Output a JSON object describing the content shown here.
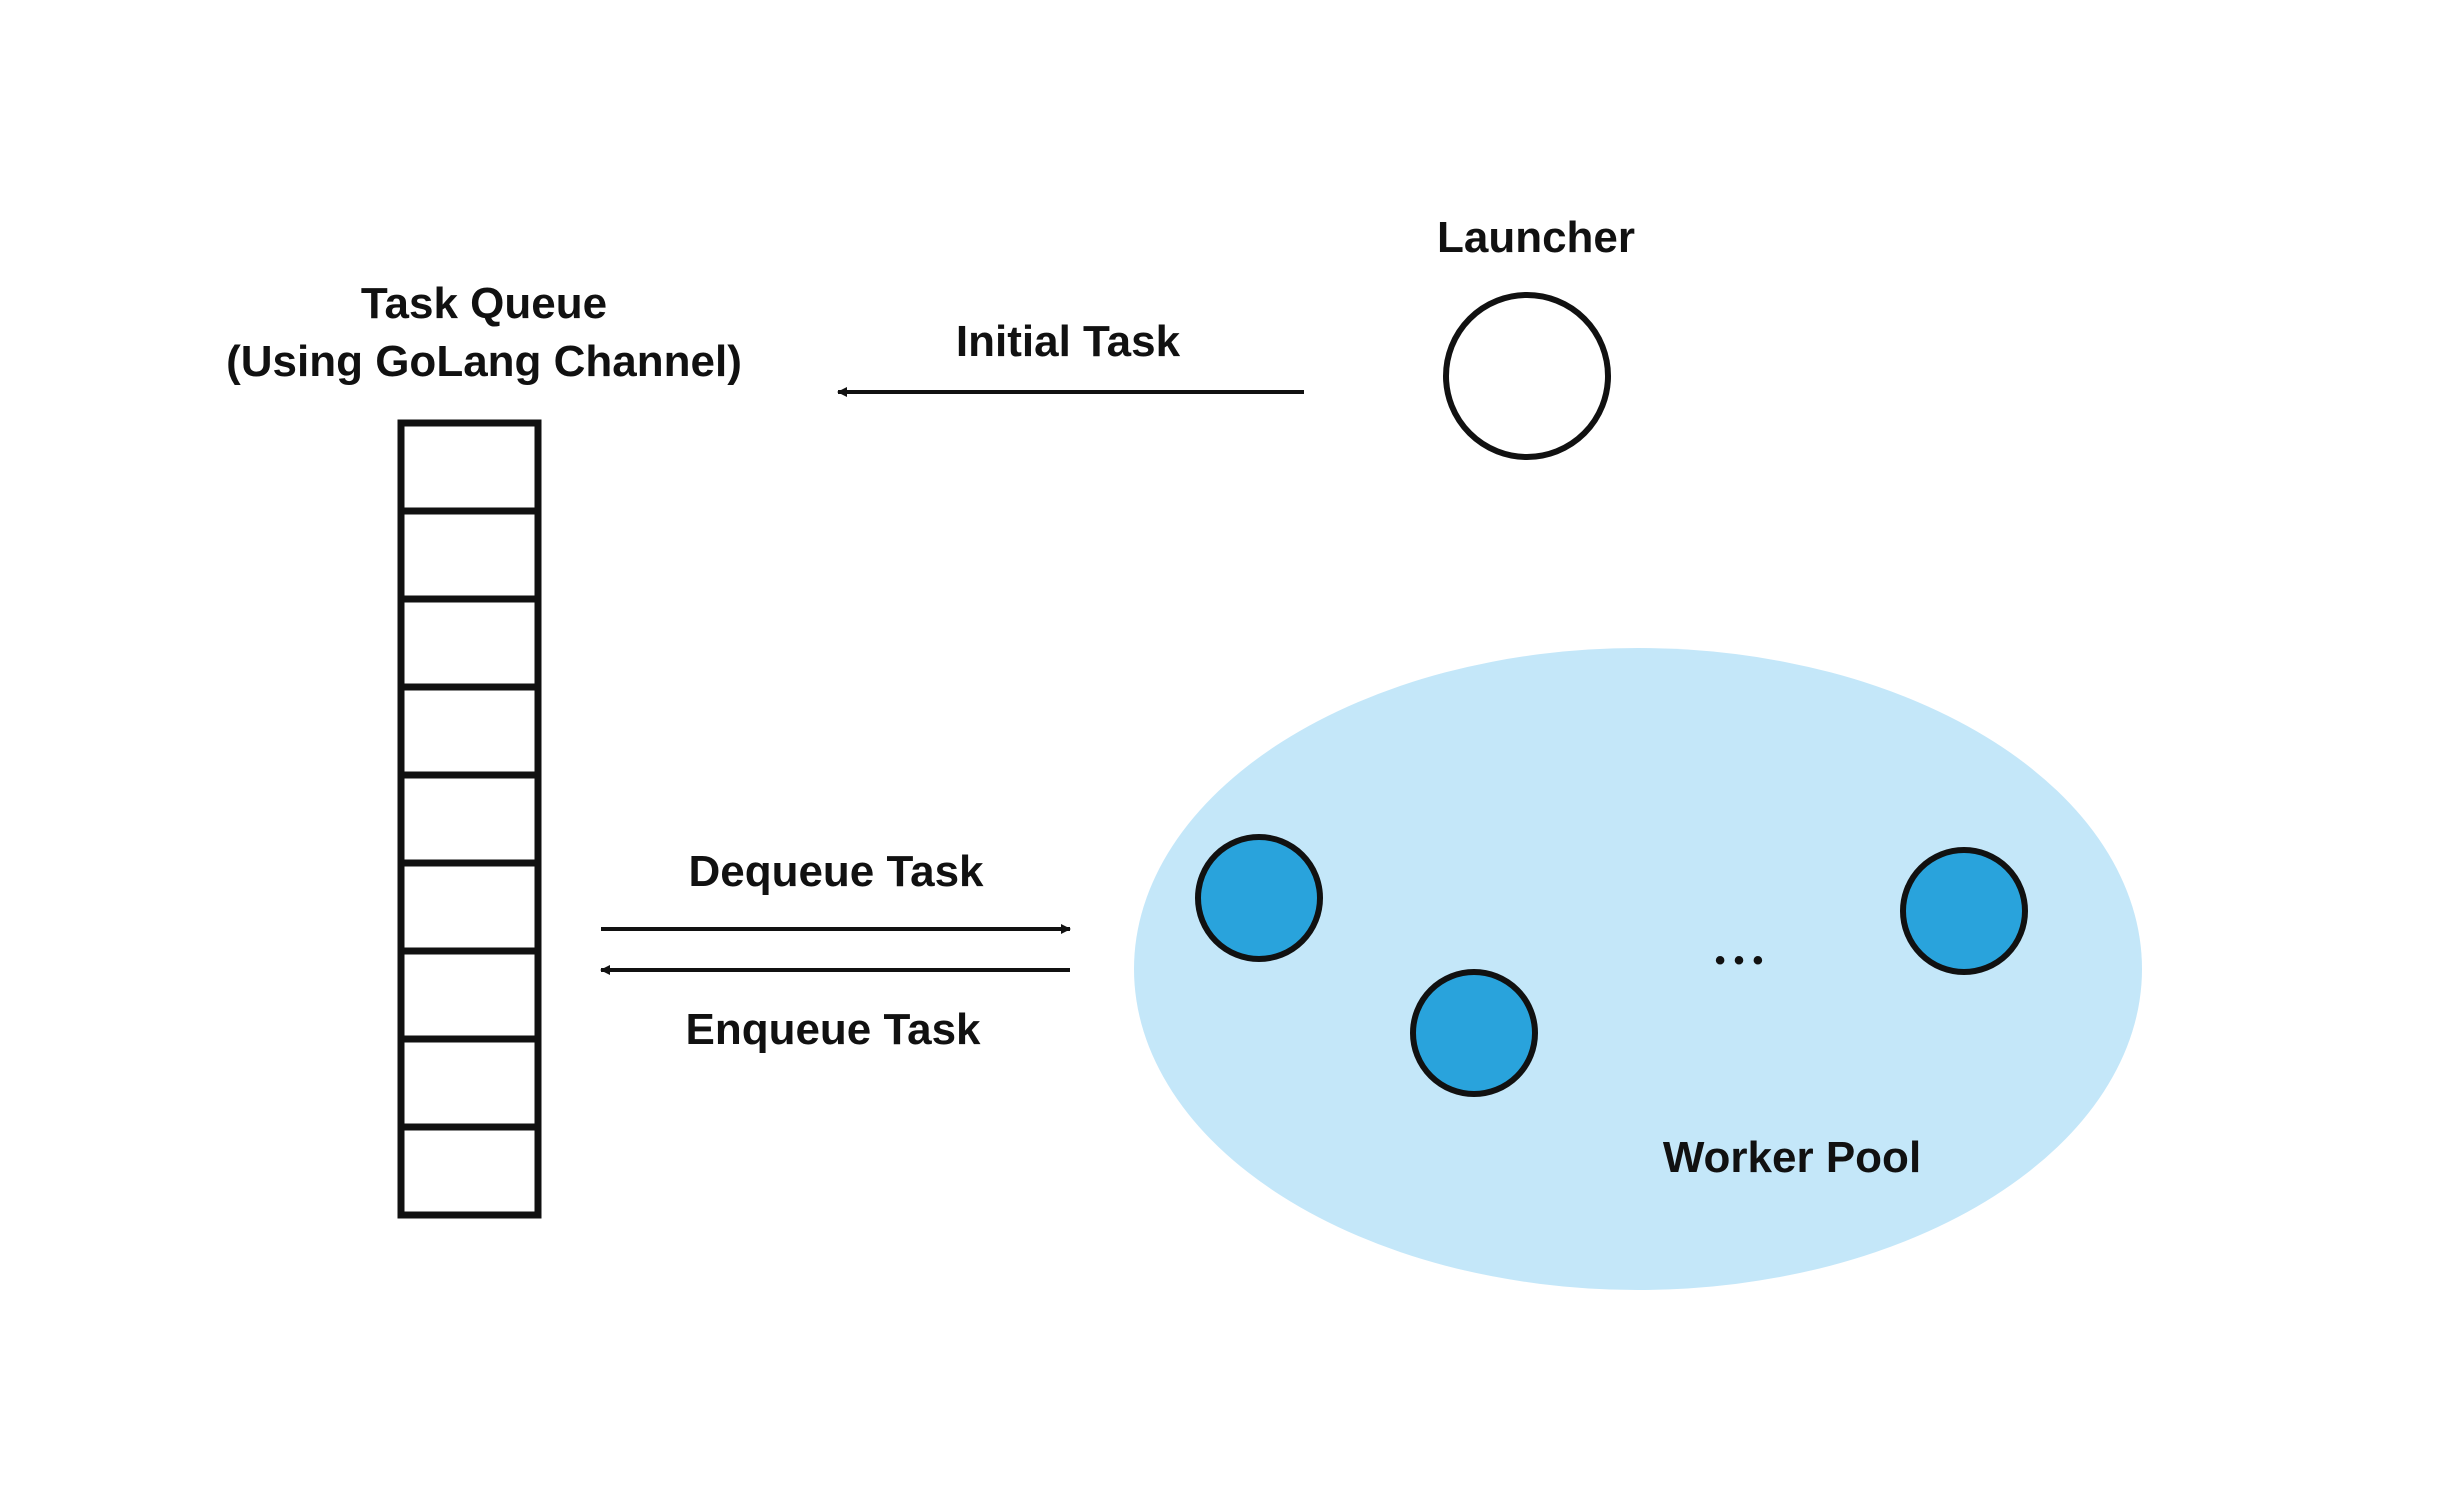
{
  "task_queue": {
    "title_line1": "Task Queue",
    "title_line2": "(Using GoLang Channel)",
    "slot_count": 9
  },
  "launcher": {
    "label": "Launcher"
  },
  "arrows": {
    "initial_task": "Initial Task",
    "dequeue_task": "Dequeue Task",
    "enqueue_task": "Enqueue Task"
  },
  "worker_pool": {
    "label": "Worker Pool",
    "ellipsis": "• • •",
    "worker_count_shown": 3
  },
  "colors": {
    "stroke": "#111111",
    "pool_fill": "#c4e7f9",
    "worker_fill": "#29a3dc",
    "launcher_fill": "#ffffff"
  }
}
